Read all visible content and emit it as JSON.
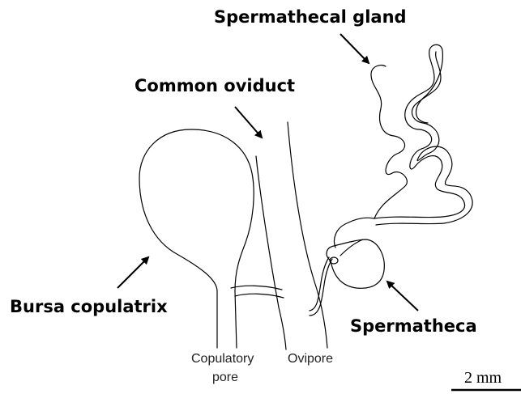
{
  "labels": {
    "spermathecal_gland": "Spermathecal gland",
    "common_oviduct": "Common oviduct",
    "bursa_copulatrix": "Bursa copulatrix",
    "spermatheca": "Spermatheca",
    "copulatory_pore_line1": "Copulatory",
    "copulatory_pore_line2": "pore",
    "ovipore": "Ovipore"
  },
  "scale_bar": {
    "label": "2 mm"
  },
  "colors": {
    "ink": "#000000",
    "background": "#ffffff"
  }
}
